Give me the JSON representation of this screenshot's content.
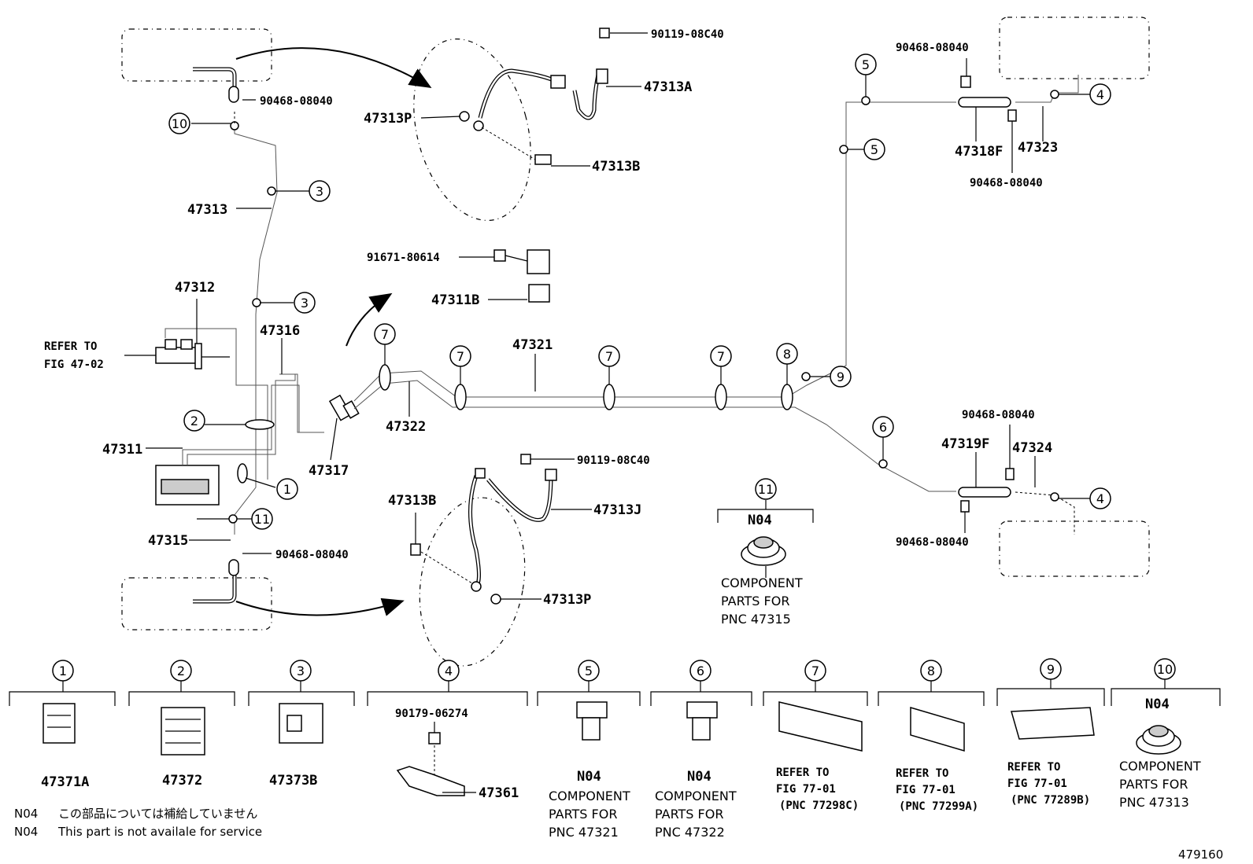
{
  "callouts": {
    "p90119_08C40_top": "90119-08C40",
    "p47313A": "47313A",
    "p47313P_top": "47313P",
    "p47313B_top": "47313B",
    "p90468_08040_left_top": "90468-08040",
    "p47313": "47313",
    "p47312": "47312",
    "refer_fig_4702_a": "REFER TO",
    "refer_fig_4702_b": "FIG 47-02",
    "p47316": "47316",
    "p91671_80614": "91671-80614",
    "p47311B": "47311B",
    "p47321": "47321",
    "p47322": "47322",
    "p47311": "47311",
    "p47317": "47317",
    "p47315": "47315",
    "p90468_08040_left_bottom": "90468-08040",
    "p90119_08C40_bottom": "90119-08C40",
    "p47313B_bottom": "47313B",
    "p47313J": "47313J",
    "p47313P_bottom": "47313P",
    "p90468_08040_r1": "90468-08040",
    "p47318F": "47318F",
    "p47323": "47323",
    "p90468_08040_r2": "90468-08040",
    "p90468_08040_r3": "90468-08040",
    "p47319F": "47319F",
    "p47324": "47324",
    "p90468_08040_r4": "90468-08040",
    "n04_mid": "N04",
    "n04_mid_text1": "COMPONENT",
    "n04_mid_text2": "PARTS FOR",
    "n04_mid_text3": "PNC 47315"
  },
  "bubbles": [
    "1",
    "2",
    "3",
    "3",
    "4",
    "4",
    "5",
    "5",
    "6",
    "7",
    "7",
    "7",
    "7",
    "8",
    "9",
    "10",
    "11",
    "11"
  ],
  "legend": [
    {
      "num": "1",
      "part": "47371A"
    },
    {
      "num": "2",
      "part": "47372"
    },
    {
      "num": "3",
      "part": "47373B"
    },
    {
      "num": "4",
      "part": "47361",
      "sub": "90179-06274"
    },
    {
      "num": "5",
      "part": "N04",
      "l1": "COMPONENT",
      "l2": "PARTS FOR",
      "l3": "PNC 47321"
    },
    {
      "num": "6",
      "part": "N04",
      "l1": "COMPONENT",
      "l2": "PARTS FOR",
      "l3": "PNC 47322"
    },
    {
      "num": "7",
      "l1": "REFER TO",
      "l2": "FIG 77-01",
      "l3": "(PNC 77298C)"
    },
    {
      "num": "8",
      "l1": "REFER TO",
      "l2": "FIG 77-01",
      "l3": "(PNC 77299A)"
    },
    {
      "num": "9",
      "l1": "REFER TO",
      "l2": "FIG 77-01",
      "l3": "(PNC 77289B)"
    },
    {
      "num": "10",
      "part": "N04",
      "l1": "COMPONENT",
      "l2": "PARTS FOR",
      "l3": "PNC 47313"
    }
  ],
  "notes": {
    "n1_code": "N04",
    "n1_text": "この部品については補給していません",
    "n2_code": "N04",
    "n2_text": "This part is not availale for service"
  },
  "figure_number": "479160"
}
